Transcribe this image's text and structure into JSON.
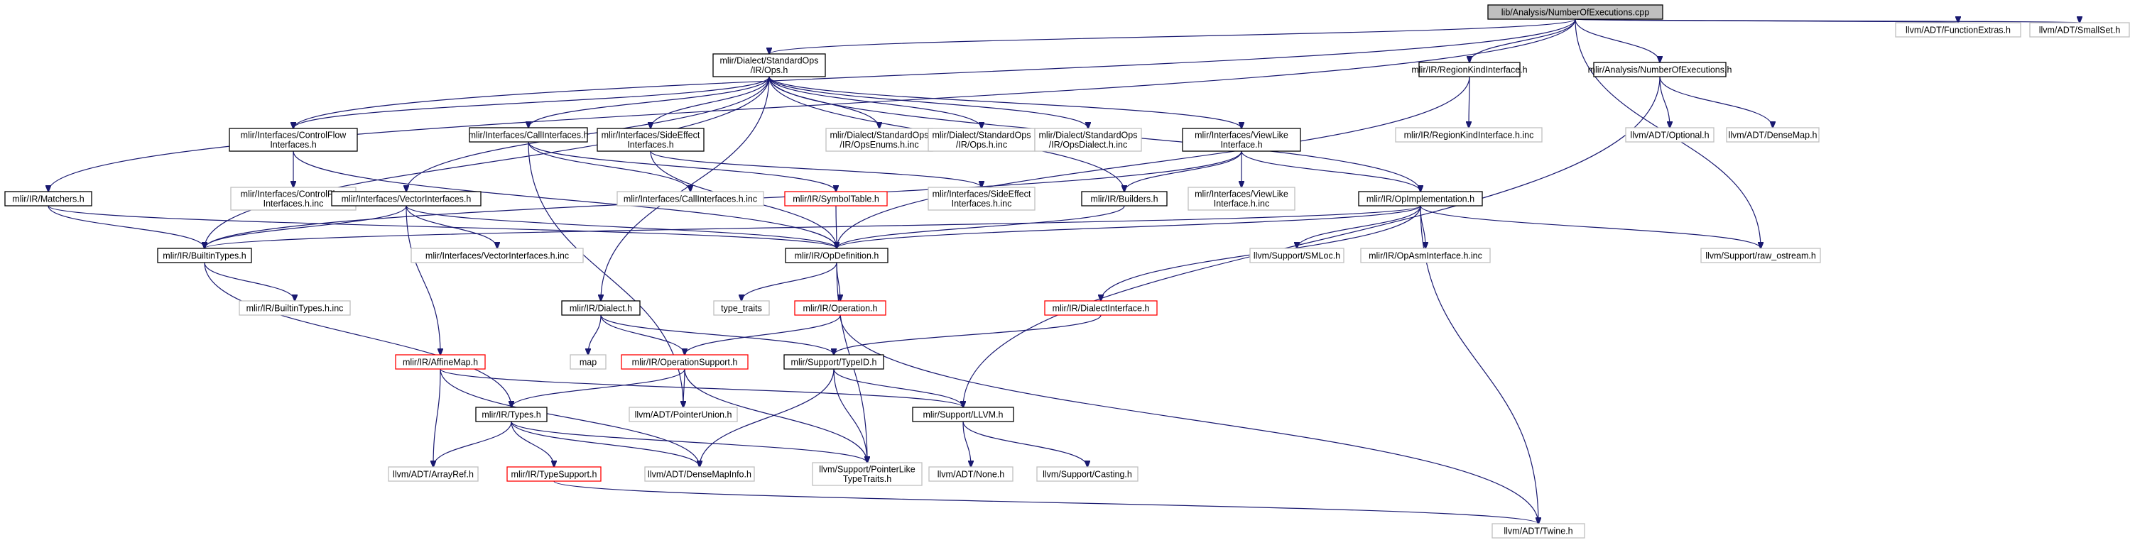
{
  "graph": {
    "colors": {
      "edge": "#191970",
      "border_root": "#000000",
      "border_documented": "#000000",
      "border_undocumented": "#bfbfbf",
      "border_truncated": "#ff0000",
      "fill_root": "#bfbfbf",
      "fill": "#ffffff"
    },
    "nodes": [
      {
        "id": "root",
        "lines": [
          "lib/Analysis/NumberOfExecutions.cpp"
        ],
        "kind": "root"
      },
      {
        "id": "ops",
        "lines": [
          "mlir/Dialect/StandardOps",
          "/IR/Ops.h"
        ],
        "kind": "documented"
      },
      {
        "id": "regionkind",
        "lines": [
          "mlir/IR/RegionKindInterface.h"
        ],
        "kind": "documented"
      },
      {
        "id": "numexec",
        "lines": [
          "mlir/Analysis/NumberOfExecutions.h"
        ],
        "kind": "documented"
      },
      {
        "id": "funcextras",
        "lines": [
          "llvm/ADT/FunctionExtras.h"
        ],
        "kind": "undocumented"
      },
      {
        "id": "smallset",
        "lines": [
          "llvm/ADT/SmallSet.h"
        ],
        "kind": "undocumented"
      },
      {
        "id": "controlflow",
        "lines": [
          "mlir/Interfaces/ControlFlow",
          "Interfaces.h"
        ],
        "kind": "documented"
      },
      {
        "id": "callif",
        "lines": [
          "mlir/Interfaces/CallInterfaces.h"
        ],
        "kind": "documented"
      },
      {
        "id": "sideeffect",
        "lines": [
          "mlir/Interfaces/SideEffect",
          "Interfaces.h"
        ],
        "kind": "documented"
      },
      {
        "id": "opsenums",
        "lines": [
          "mlir/Dialect/StandardOps",
          "/IR/OpsEnums.h.inc"
        ],
        "kind": "undocumented"
      },
      {
        "id": "opshinc",
        "lines": [
          "mlir/Dialect/StandardOps",
          "/IR/Ops.h.inc"
        ],
        "kind": "undocumented"
      },
      {
        "id": "opsdialect",
        "lines": [
          "mlir/Dialect/StandardOps",
          "/IR/OpsDialect.h.inc"
        ],
        "kind": "undocumented"
      },
      {
        "id": "viewlike",
        "lines": [
          "mlir/Interfaces/ViewLike",
          "Interface.h"
        ],
        "kind": "documented"
      },
      {
        "id": "regionkindinc",
        "lines": [
          "mlir/IR/RegionKindInterface.h.inc"
        ],
        "kind": "undocumented"
      },
      {
        "id": "optional",
        "lines": [
          "llvm/ADT/Optional.h"
        ],
        "kind": "undocumented"
      },
      {
        "id": "densemap",
        "lines": [
          "llvm/ADT/DenseMap.h"
        ],
        "kind": "undocumented"
      },
      {
        "id": "matchers",
        "lines": [
          "mlir/IR/Matchers.h"
        ],
        "kind": "documented"
      },
      {
        "id": "cfinc",
        "lines": [
          "mlir/Interfaces/ControlFlow",
          "Interfaces.h.inc"
        ],
        "kind": "undocumented"
      },
      {
        "id": "vectorif",
        "lines": [
          "mlir/Interfaces/VectorInterfaces.h"
        ],
        "kind": "documented"
      },
      {
        "id": "callifinc",
        "lines": [
          "mlir/Interfaces/CallInterfaces.h.inc"
        ],
        "kind": "undocumented"
      },
      {
        "id": "symboltable",
        "lines": [
          "mlir/IR/SymbolTable.h"
        ],
        "kind": "truncated"
      },
      {
        "id": "seinc",
        "lines": [
          "mlir/Interfaces/SideEffect",
          "Interfaces.h.inc"
        ],
        "kind": "undocumented"
      },
      {
        "id": "builders",
        "lines": [
          "mlir/IR/Builders.h"
        ],
        "kind": "documented"
      },
      {
        "id": "vlinc",
        "lines": [
          "mlir/Interfaces/ViewLike",
          "Interface.h.inc"
        ],
        "kind": "undocumented"
      },
      {
        "id": "opimpl",
        "lines": [
          "mlir/IR/OpImplementation.h"
        ],
        "kind": "documented"
      },
      {
        "id": "builtintypes",
        "lines": [
          "mlir/IR/BuiltinTypes.h"
        ],
        "kind": "documented"
      },
      {
        "id": "vecinc",
        "lines": [
          "mlir/Interfaces/VectorInterfaces.h.inc"
        ],
        "kind": "undocumented"
      },
      {
        "id": "opdef",
        "lines": [
          "mlir/IR/OpDefinition.h"
        ],
        "kind": "documented"
      },
      {
        "id": "smloc",
        "lines": [
          "llvm/Support/SMLoc.h"
        ],
        "kind": "undocumented"
      },
      {
        "id": "opasminc",
        "lines": [
          "mlir/IR/OpAsmInterface.h.inc"
        ],
        "kind": "undocumented"
      },
      {
        "id": "rawostream",
        "lines": [
          "llvm/Support/raw_ostream.h"
        ],
        "kind": "undocumented"
      },
      {
        "id": "builtintypesinc",
        "lines": [
          "mlir/IR/BuiltinTypes.h.inc"
        ],
        "kind": "undocumented"
      },
      {
        "id": "typetraits",
        "lines": [
          "type_traits"
        ],
        "kind": "undocumented"
      },
      {
        "id": "operation",
        "lines": [
          "mlir/IR/Operation.h"
        ],
        "kind": "truncated"
      },
      {
        "id": "dialectif",
        "lines": [
          "mlir/IR/DialectInterface.h"
        ],
        "kind": "truncated"
      },
      {
        "id": "dialect",
        "lines": [
          "mlir/IR/Dialect.h"
        ],
        "kind": "documented"
      },
      {
        "id": "map",
        "lines": [
          "map"
        ],
        "kind": "undocumented"
      },
      {
        "id": "opsupport",
        "lines": [
          "mlir/IR/OperationSupport.h"
        ],
        "kind": "truncated"
      },
      {
        "id": "typeid",
        "lines": [
          "mlir/Support/TypeID.h"
        ],
        "kind": "documented"
      },
      {
        "id": "affinemap",
        "lines": [
          "mlir/IR/AffineMap.h"
        ],
        "kind": "truncated"
      },
      {
        "id": "ptrunion",
        "lines": [
          "llvm/ADT/PointerUnion.h"
        ],
        "kind": "undocumented"
      },
      {
        "id": "types",
        "lines": [
          "mlir/IR/Types.h"
        ],
        "kind": "documented"
      },
      {
        "id": "llvmh",
        "lines": [
          "mlir/Support/LLVM.h"
        ],
        "kind": "documented"
      },
      {
        "id": "arrayref",
        "lines": [
          "llvm/ADT/ArrayRef.h"
        ],
        "kind": "undocumented"
      },
      {
        "id": "typesupport",
        "lines": [
          "mlir/IR/TypeSupport.h"
        ],
        "kind": "truncated"
      },
      {
        "id": "densemapinfo",
        "lines": [
          "llvm/ADT/DenseMapInfo.h"
        ],
        "kind": "undocumented"
      },
      {
        "id": "ptrlike",
        "lines": [
          "llvm/Support/PointerLike",
          "TypeTraits.h"
        ],
        "kind": "undocumented"
      },
      {
        "id": "none",
        "lines": [
          "llvm/ADT/None.h"
        ],
        "kind": "undocumented"
      },
      {
        "id": "casting",
        "lines": [
          "llvm/Support/Casting.h"
        ],
        "kind": "undocumented"
      },
      {
        "id": "twine",
        "lines": [
          "llvm/ADT/Twine.h"
        ],
        "kind": "undocumented"
      }
    ],
    "edges": [
      [
        "root",
        "ops"
      ],
      [
        "root",
        "regionkind"
      ],
      [
        "root",
        "numexec"
      ],
      [
        "root",
        "funcextras"
      ],
      [
        "root",
        "smallset"
      ],
      [
        "root",
        "controlflow"
      ],
      [
        "root",
        "matchers"
      ],
      [
        "root",
        "rawostream"
      ],
      [
        "ops",
        "controlflow"
      ],
      [
        "ops",
        "callif"
      ],
      [
        "ops",
        "sideeffect"
      ],
      [
        "ops",
        "opsenums"
      ],
      [
        "ops",
        "opshinc"
      ],
      [
        "ops",
        "opsdialect"
      ],
      [
        "ops",
        "viewlike"
      ],
      [
        "ops",
        "vectorif"
      ],
      [
        "ops",
        "builtintypes"
      ],
      [
        "ops",
        "opimpl"
      ],
      [
        "ops",
        "dialect"
      ],
      [
        "ops",
        "builders"
      ],
      [
        "regionkind",
        "regionkindinc"
      ],
      [
        "regionkind",
        "opdef"
      ],
      [
        "numexec",
        "optional"
      ],
      [
        "numexec",
        "densemap"
      ],
      [
        "numexec",
        "llvmh"
      ],
      [
        "controlflow",
        "cfinc"
      ],
      [
        "controlflow",
        "opdef"
      ],
      [
        "callif",
        "callifinc"
      ],
      [
        "callif",
        "symboltable"
      ],
      [
        "callif",
        "ptrunion"
      ],
      [
        "sideeffect",
        "seinc"
      ],
      [
        "sideeffect",
        "opdef"
      ],
      [
        "viewlike",
        "vlinc"
      ],
      [
        "viewlike",
        "builders"
      ],
      [
        "viewlike",
        "opimpl"
      ],
      [
        "viewlike",
        "builtintypes"
      ],
      [
        "matchers",
        "builtintypes"
      ],
      [
        "matchers",
        "opdef"
      ],
      [
        "vectorif",
        "vecinc"
      ],
      [
        "vectorif",
        "builtintypes"
      ],
      [
        "vectorif",
        "affinemap"
      ],
      [
        "vectorif",
        "opdef"
      ],
      [
        "symboltable",
        "opdef"
      ],
      [
        "builders",
        "opdef"
      ],
      [
        "opimpl",
        "opdef"
      ],
      [
        "opimpl",
        "builtintypes"
      ],
      [
        "opimpl",
        "smloc"
      ],
      [
        "opimpl",
        "opasminc"
      ],
      [
        "opimpl",
        "rawostream"
      ],
      [
        "opimpl",
        "dialectif"
      ],
      [
        "opimpl",
        "twine"
      ],
      [
        "builtintypes",
        "builtintypesinc"
      ],
      [
        "builtintypes",
        "types"
      ],
      [
        "opdef",
        "typetraits"
      ],
      [
        "opdef",
        "operation"
      ],
      [
        "opdef",
        "ptrlike"
      ],
      [
        "operation",
        "opsupport"
      ],
      [
        "operation",
        "twine"
      ],
      [
        "dialectif",
        "typeid"
      ],
      [
        "dialect",
        "map"
      ],
      [
        "dialect",
        "opsupport"
      ],
      [
        "dialect",
        "typeid"
      ],
      [
        "opsupport",
        "types"
      ],
      [
        "opsupport",
        "ptrunion"
      ],
      [
        "opsupport",
        "ptrlike"
      ],
      [
        "typeid",
        "llvmh"
      ],
      [
        "typeid",
        "densemapinfo"
      ],
      [
        "typeid",
        "ptrlike"
      ],
      [
        "affinemap",
        "arrayref"
      ],
      [
        "affinemap",
        "densemapinfo"
      ],
      [
        "affinemap",
        "llvmh"
      ],
      [
        "types",
        "arrayref"
      ],
      [
        "types",
        "typesupport"
      ],
      [
        "types",
        "densemapinfo"
      ],
      [
        "types",
        "ptrlike"
      ],
      [
        "llvmh",
        "none"
      ],
      [
        "llvmh",
        "casting"
      ],
      [
        "typesupport",
        "twine"
      ]
    ]
  }
}
